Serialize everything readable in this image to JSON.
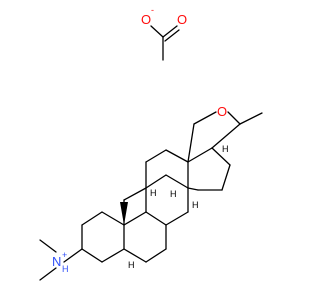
{
  "colors": {
    "bond": "#000000",
    "carbon_label": "#000000",
    "oxygen": "#ff0d0d",
    "nitrogen": "#3050f8",
    "background": "#ffffff"
  },
  "labels": {
    "acetate_o_minus": "O",
    "minus_sign": "-",
    "acetate_o_double": "O",
    "ring_oxygen": "O",
    "amine_n": "N",
    "amine_h": "H",
    "plus_sign": "+",
    "h_c8": "H",
    "h_c9": "H",
    "h_c14": "H",
    "h_c20": "H",
    "h_c5": "H"
  }
}
